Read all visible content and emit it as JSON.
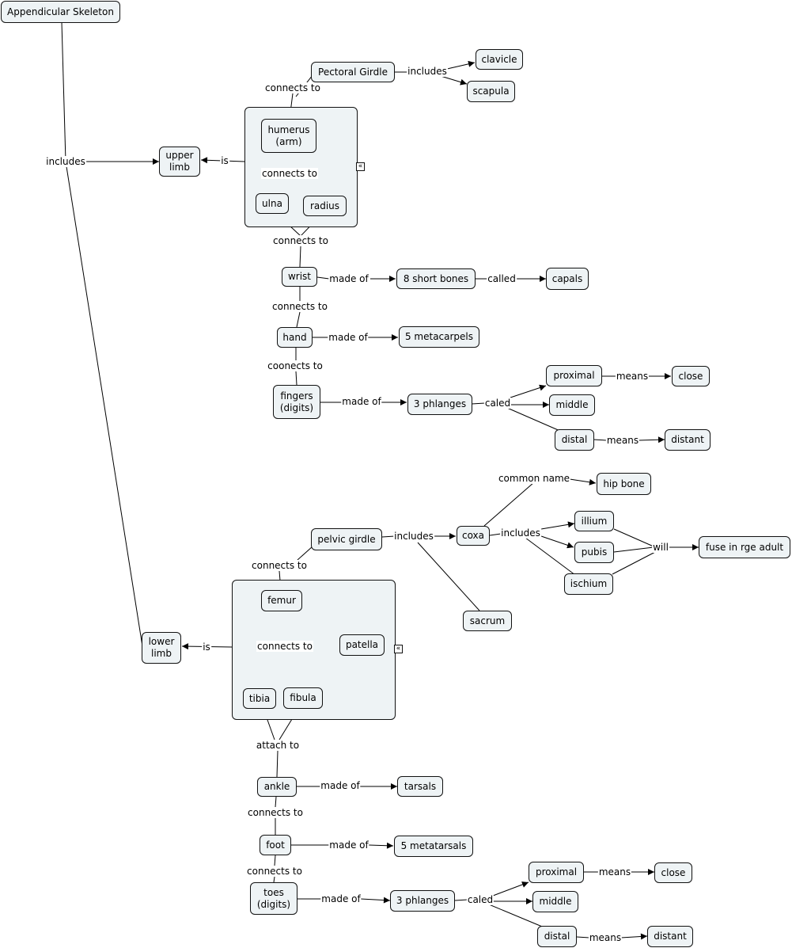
{
  "nodes": {
    "appendicular_skeleton": "Appendicular Skeleton",
    "upper_limb": "upper\nlimb",
    "pectoral_girdle": "Pectoral Girdle",
    "clavicle": "clavicle",
    "scapula": "scapula",
    "humerus": "humerus\n(arm)",
    "ulna": "ulna",
    "radius": "radius",
    "wrist": "wrist",
    "eight_short_bones": "8 short bones",
    "capals": "capals",
    "hand": "hand",
    "five_metacarpels": "5 metacarpels",
    "fingers": "fingers\n(digits)",
    "three_phlanges_upper": "3 phlanges",
    "proximal_upper": "proximal",
    "close_upper": "close",
    "middle_upper": "middle",
    "distal_upper": "distal",
    "distant_upper": "distant",
    "lower_limb": "lower\nlimb",
    "pelvic_girdle": "pelvic girdle",
    "coxa": "coxa",
    "hip_bone": "hip bone",
    "illium": "illium",
    "pubis": "pubis",
    "ischium": "ischium",
    "fuse_in_adult": "fuse in rge adult",
    "sacrum": "sacrum",
    "femur": "femur",
    "patella": "patella",
    "tibia": "tibia",
    "fibula": "fibula",
    "ankle": "ankle",
    "tarsals": "tarsals",
    "foot": "foot",
    "five_metatarsals": "5 metatarsals",
    "toes": "toes\n(digits)",
    "three_phlanges_lower": "3 phlanges",
    "proximal_lower": "proximal",
    "close_lower": "close",
    "middle_lower": "middle",
    "distal_lower": "distal",
    "distant_lower": "distant"
  },
  "links": {
    "includes_skeleton": "includes",
    "is_upper": "is",
    "connects_pectoral": "connects to",
    "includes_pectoral": "includes",
    "connects_humerus": "connects to",
    "connects_wrist": "connects to",
    "made_of_wrist": "made of",
    "called_bones": "called",
    "connects_hand": "connects to",
    "made_of_hand": "made of",
    "coonects_fingers": "coonects to",
    "made_of_fingers": "made of",
    "caled_upper": "caled",
    "means_proximal_upper": "means",
    "means_distal_upper": "means",
    "is_lower": "is",
    "connects_pelvic": "connects to",
    "includes_pelvic": "includes",
    "common_name": "common name",
    "includes_coxa": "includes",
    "will": "will",
    "connects_femur": "connects to",
    "attach_to": "attach to",
    "made_of_ankle": "made of",
    "connects_ankle": "connects to",
    "made_of_foot": "made of",
    "connects_foot": "connects to",
    "made_of_toes": "made of",
    "caled_lower": "caled",
    "means_proximal_lower": "means",
    "means_distal_lower": "means"
  },
  "icons": {
    "collapse": "collapse-icon",
    "arrowhead": "arrowhead"
  }
}
